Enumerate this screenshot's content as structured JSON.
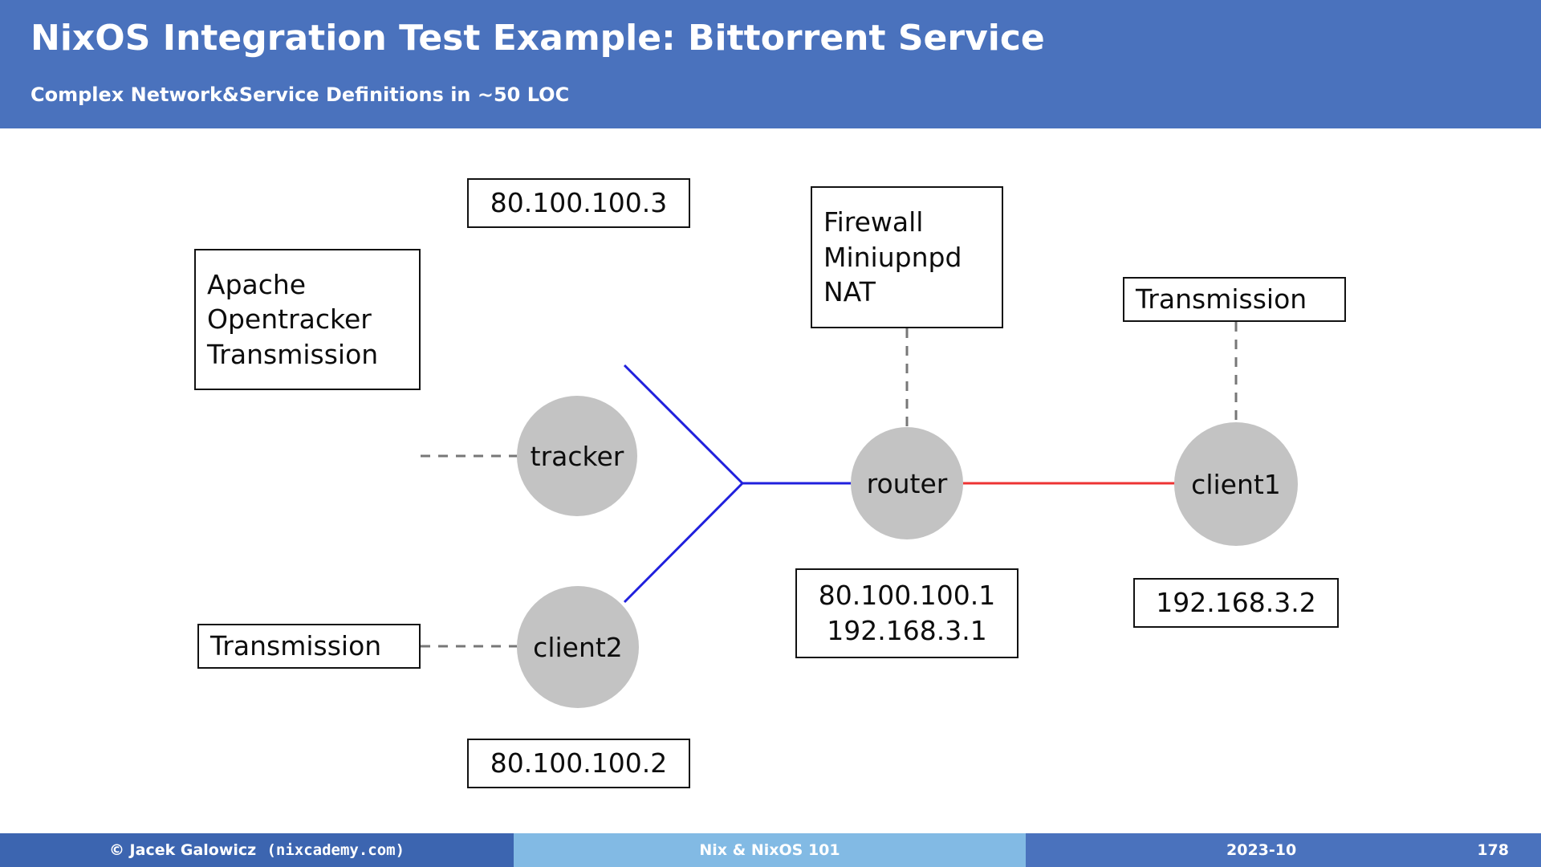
{
  "header": {
    "title": "NixOS Integration Test Example: Bittorrent Service",
    "subtitle": "Complex Network&Service Definitions in ∼50 LOC"
  },
  "diagram": {
    "nodes": [
      {
        "id": "tracker",
        "label": "tracker"
      },
      {
        "id": "client2",
        "label": "client2"
      },
      {
        "id": "router",
        "label": "router"
      },
      {
        "id": "client1",
        "label": "client1"
      }
    ],
    "service_boxes": [
      {
        "id": "tracker-services",
        "lines": [
          "Apache",
          "Opentracker",
          "Transmission"
        ]
      },
      {
        "id": "router-services",
        "lines": [
          "Firewall",
          "Miniupnpd",
          "NAT"
        ]
      },
      {
        "id": "client2-services",
        "lines": [
          "Transmission"
        ]
      },
      {
        "id": "client1-services",
        "lines": [
          "Transmission"
        ]
      }
    ],
    "address_boxes": [
      {
        "id": "tracker-address",
        "lines": [
          "80.100.100.3"
        ]
      },
      {
        "id": "client2-address",
        "lines": [
          "80.100.100.2"
        ]
      },
      {
        "id": "router-address",
        "lines": [
          "80.100.100.1",
          "192.168.3.1"
        ]
      },
      {
        "id": "client1-address",
        "lines": [
          "192.168.3.2"
        ]
      }
    ],
    "colors": {
      "node_fill": "#c3c3c3",
      "box_border": "#121212",
      "network_blue": "#2020dd",
      "network_red": "#ee3333",
      "service_link": "#777777"
    }
  },
  "footer": {
    "copyright": "© Jacek Galowicz",
    "site": "(nixcademy.com)",
    "course": "Nix & NixOS 101",
    "date": "2023-10",
    "page": "178"
  }
}
